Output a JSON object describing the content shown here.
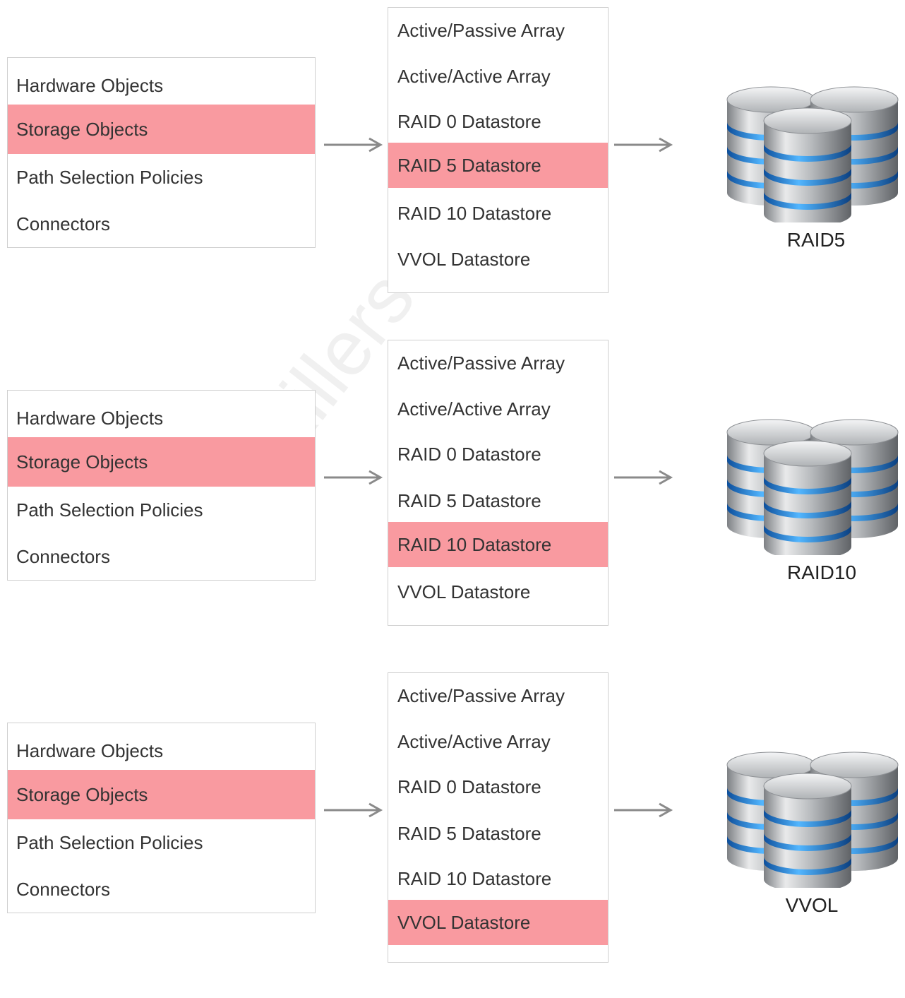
{
  "panels": [
    {
      "left_items": [
        "Hardware Objects",
        "Storage Objects",
        "Path Selection Policies",
        "Connectors"
      ],
      "left_selected": 1,
      "mid_items": [
        "Active/Passive Array",
        "Active/Active Array",
        "RAID 0 Datastore",
        "RAID 5 Datastore",
        "RAID 10 Datastore",
        "VVOL Datastore"
      ],
      "mid_selected": 3,
      "db_label": "RAID5"
    },
    {
      "left_items": [
        "Hardware Objects",
        "Storage Objects",
        "Path Selection Policies",
        "Connectors"
      ],
      "left_selected": 1,
      "mid_items": [
        "Active/Passive Array",
        "Active/Active Array",
        "RAID 0 Datastore",
        "RAID 5 Datastore",
        "RAID 10 Datastore",
        "VVOL Datastore"
      ],
      "mid_selected": 4,
      "db_label": "RAID10"
    },
    {
      "left_items": [
        "Hardware Objects",
        "Storage Objects",
        "Path Selection Policies",
        "Connectors"
      ],
      "left_selected": 1,
      "mid_items": [
        "Active/Passive Array",
        "Active/Active Array",
        "RAID 0 Datastore",
        "RAID 5 Datastore",
        "RAID 10 Datastore",
        "VVOL Datastore"
      ],
      "mid_selected": 5,
      "db_label": "VVOL"
    }
  ],
  "watermark": "CertKillers.net",
  "colors": {
    "selected_bg": "#f99aa0",
    "arrow": "#8a8a8a",
    "db_blue": "#2f8fe0",
    "db_silver": "#b9bcbf"
  },
  "icons": {
    "arrow": "right-arrow-icon",
    "database": "database-stack-icon"
  }
}
